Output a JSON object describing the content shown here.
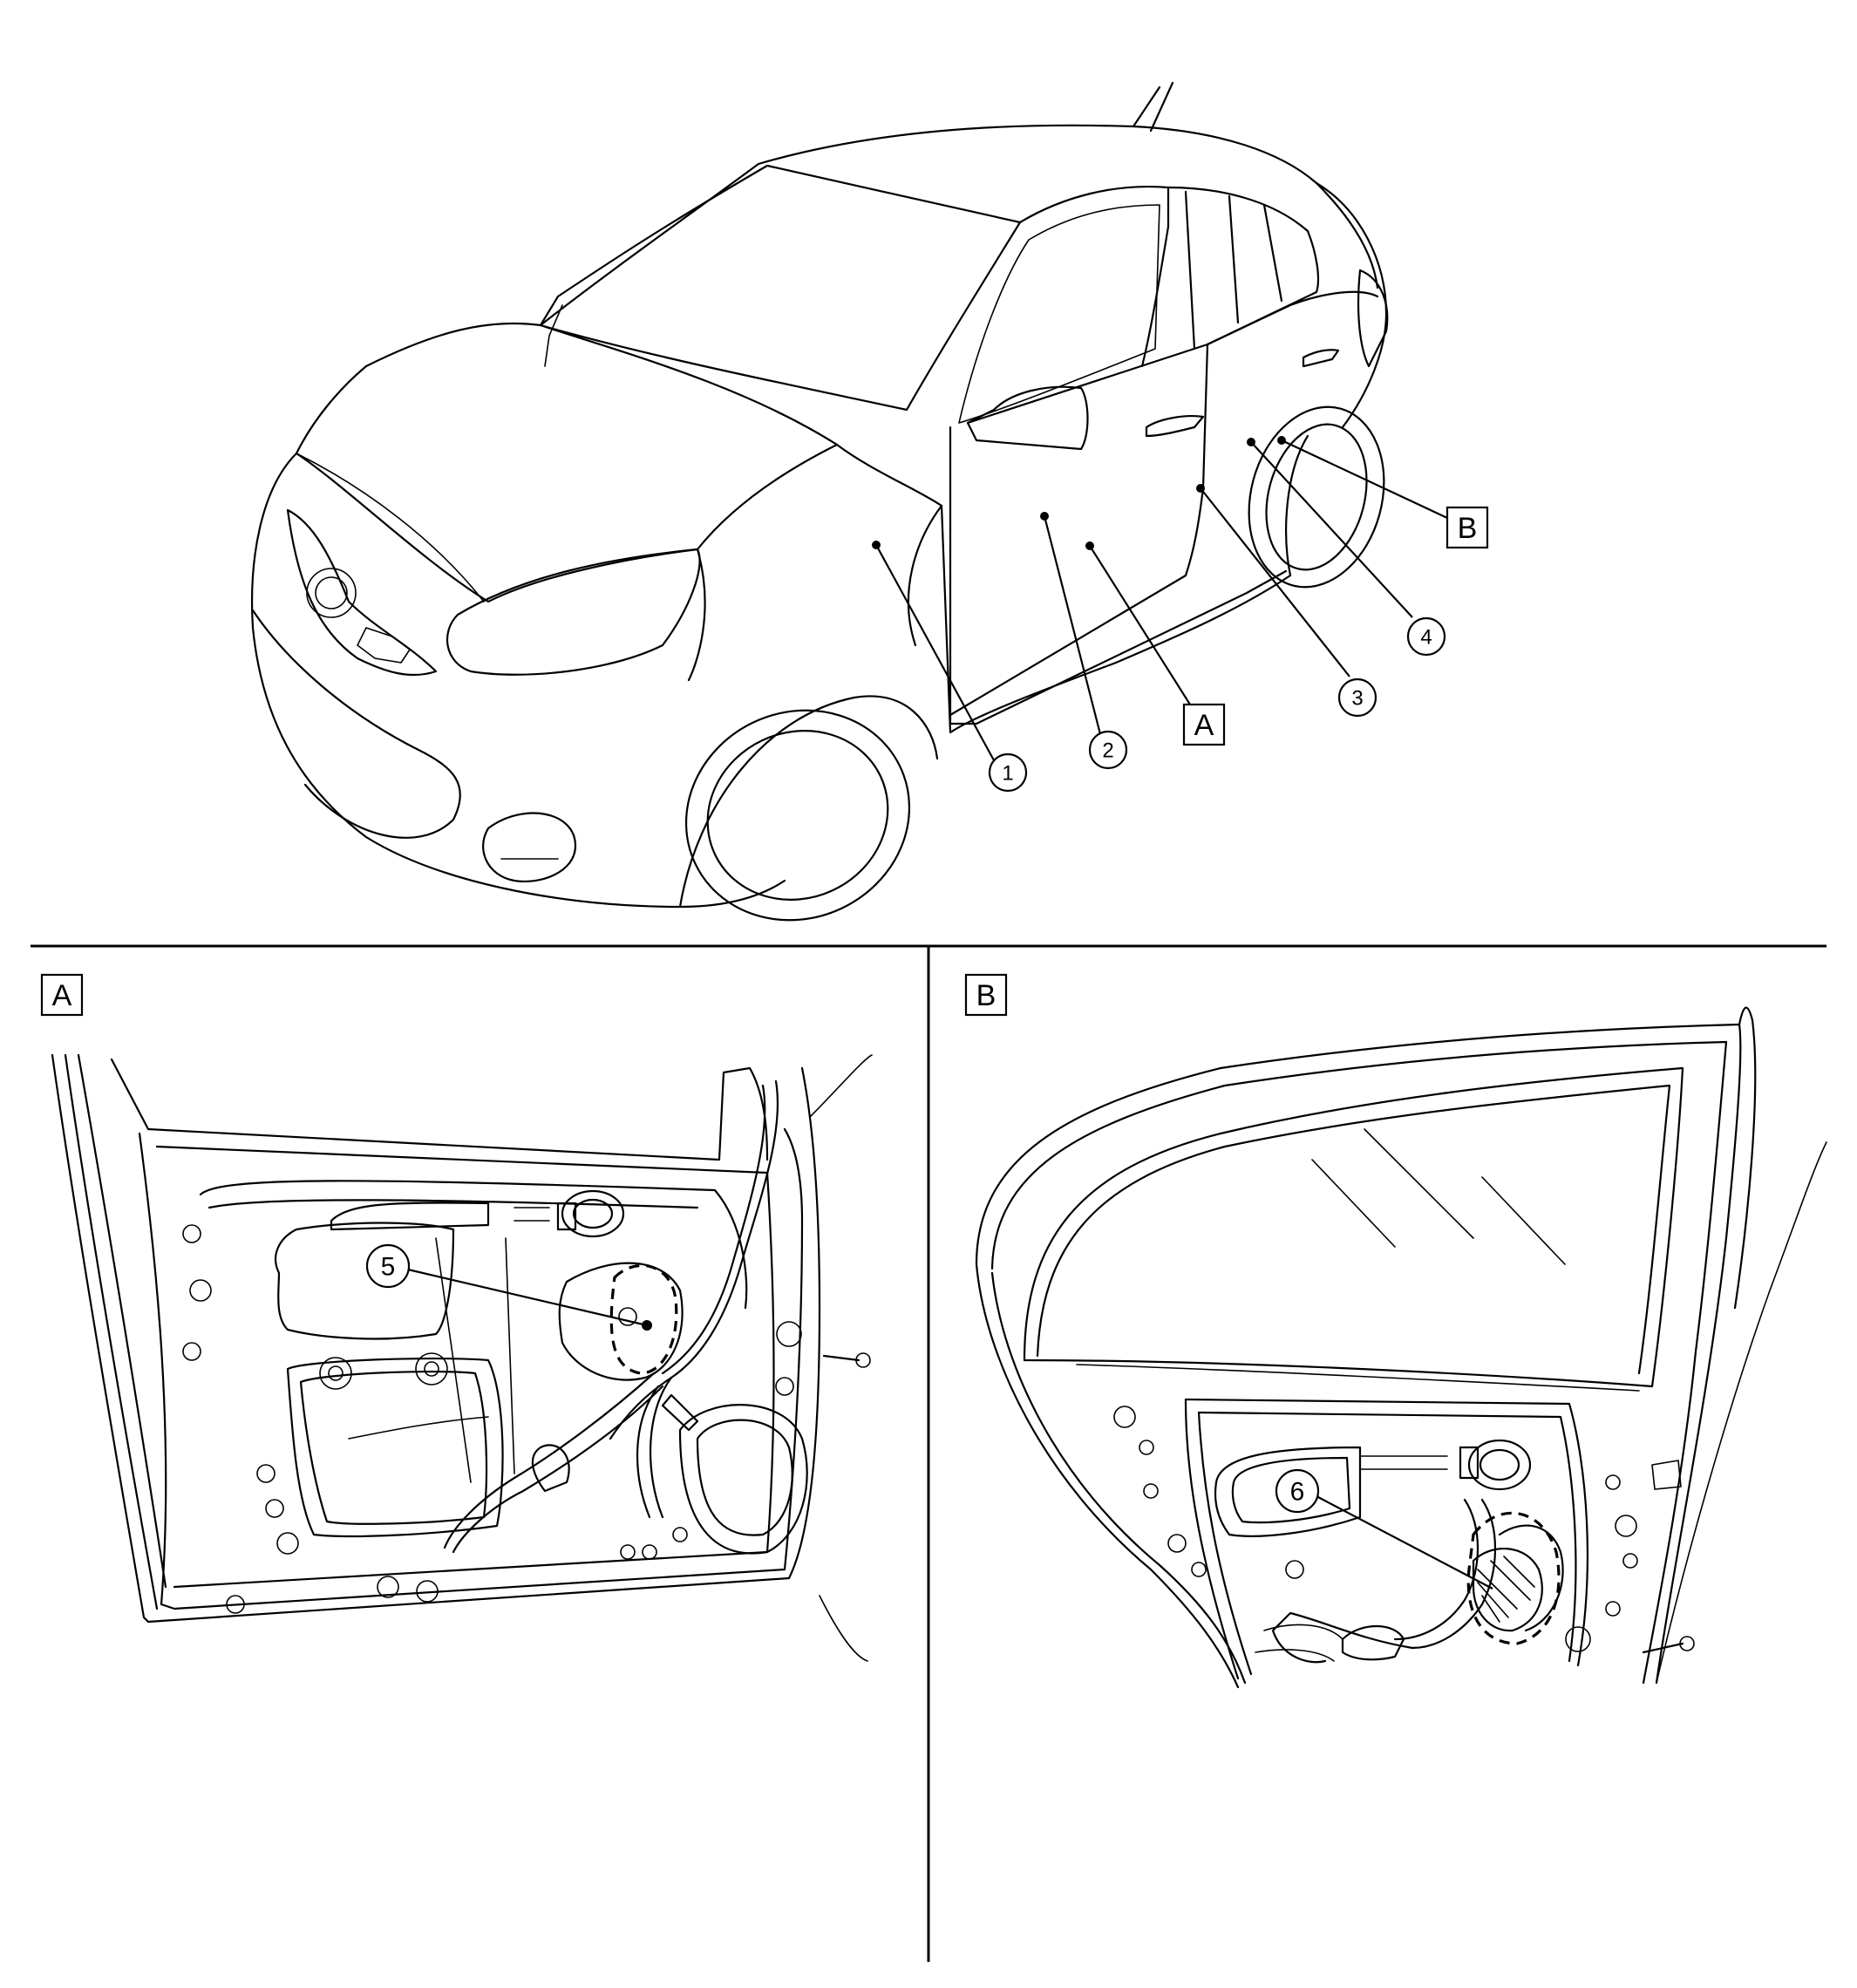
{
  "callouts": {
    "c1": "1",
    "c2": "2",
    "c3": "3",
    "c4": "4",
    "c5": "5",
    "c6": "6"
  },
  "view_labels": {
    "A": "A",
    "B": "B"
  },
  "panel_labels": {
    "A": "A",
    "B": "B"
  }
}
